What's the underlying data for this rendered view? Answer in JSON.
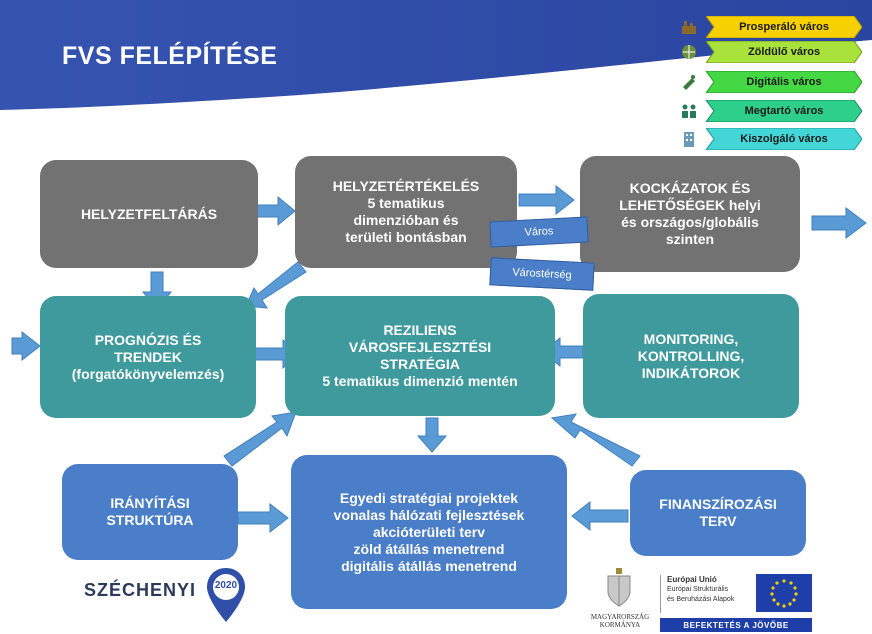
{
  "title": "FVS FELÉPÍTÉSE",
  "legend": [
    {
      "label": "Prosperáló város",
      "color": "#f7d000",
      "icon": "factory-icon"
    },
    {
      "label": "Zöldülő város",
      "color": "#a8e23a",
      "icon": "globe-icon"
    },
    {
      "label": "Digitális város",
      "color": "#44d844",
      "icon": "satellite-icon"
    },
    {
      "label": "Megtartó város",
      "color": "#2ecf8a",
      "icon": "people-icon"
    },
    {
      "label": "Kiszolgáló város",
      "color": "#42d6d6",
      "icon": "building-icon"
    }
  ],
  "nodes": {
    "helyzetfeltaras": "HELYZETFELTÁRÁS",
    "helyzetertekeles": "HELYZETÉRTÉKELÉS\n5 tematikus\ndimenzióban és\nterületi bontásban",
    "kockazatok": "KOCKÁZATOK ÉS\nLEHETŐSÉGEK helyi\nés országos/globális\nszinten",
    "prognozis": "PROGNÓZIS ÉS\nTRENDEK\n(forgatókönyvelemzés)",
    "reziliens": "REZILIENS\nVÁROSFEJLESZTÉSI\nSTRATÉGIA\n5 tematikus dimenzió mentén",
    "monitoring": "MONITORING,\nKONTROLLING,\nINDIKÁTOROK",
    "iranyitasi": "IRÁNYÍTÁSI\nSTRUKTÚRA",
    "egyedi": "Egyedi stratégiai projektek\nvonalas hálózati fejlesztések\nakcióterületi terv\nzöld átállás menetrend\ndigitális átállás menetrend",
    "finanszirozasi": "FINANSZÍROZÁSI\nTERV"
  },
  "tags": {
    "varos": "Város",
    "varostérseg": "Várostérség"
  },
  "logos": {
    "szechenyi": "SZÉCHENYI",
    "szechenyi_year": "2020",
    "hungary": "MAGYARORSZÁG\nKORMÁNYA",
    "eu_title": "Európai Unió",
    "eu_sub1": "Európai Strukturális",
    "eu_sub2": "és Beruházási Alapok",
    "invest": "BEFEKTETÉS A JÖVŐBE"
  },
  "colors": {
    "gray_box": "#727272",
    "teal_box": "#3f9a9e",
    "blue_box": "#4a7ec8",
    "arrow": "#5b9bd5",
    "title_bar": "#2f4fa8"
  }
}
